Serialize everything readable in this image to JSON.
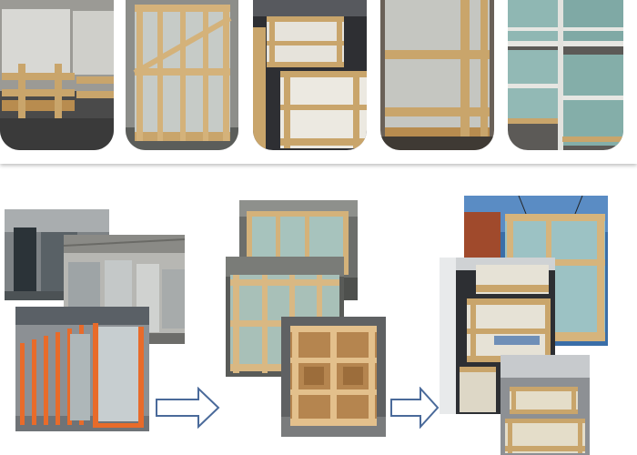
{
  "top_row": {
    "photos": [
      "glass-sheets-on-wooden-pallets",
      "glass-in-wooden-crate-frame",
      "glass-crates-in-container",
      "glass-crate-side-view",
      "glass-sheets-in-wooden-cases"
    ]
  },
  "process": {
    "step1": [
      "glass-factory-warehouse",
      "glass-racks-in-factory",
      "glass-on-orange-steel-racks"
    ],
    "step2": [
      "glass-wooden-crate-open-frame",
      "glass-wooden-crate-slats",
      "glass-closed-wooden-box"
    ],
    "step3": [
      "crate-lifted-by-crane-into-container",
      "crates-loaded-in-container",
      "crates-stacked-in-container"
    ],
    "arrows": [
      "arrow-right-icon",
      "arrow-right-icon"
    ]
  },
  "colors": {
    "wood": "#c9a56b",
    "glass": "#b9c9c7",
    "arrow_stroke": "#4a6a9a",
    "orange_rack": "#e86b2a"
  }
}
